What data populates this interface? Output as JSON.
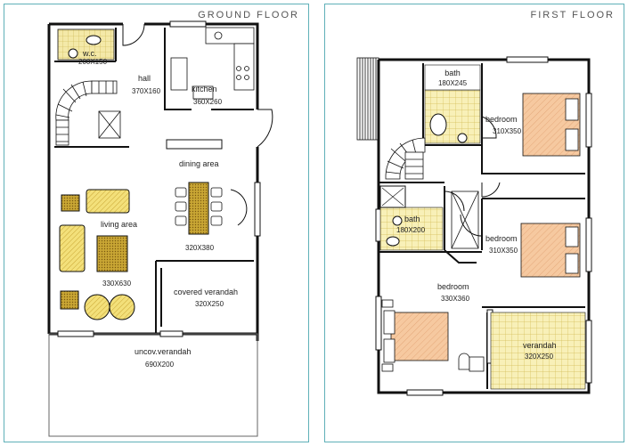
{
  "ground_floor": {
    "title": "GROUND FLOOR",
    "rooms": {
      "wc": {
        "name": "w.c.",
        "dim": "200X150"
      },
      "hall": {
        "name": "hall",
        "dim": "370X160"
      },
      "kitchen": {
        "name": "kitchen",
        "dim": "360X260"
      },
      "dining": {
        "name": "dining area",
        "dim": "320X380"
      },
      "living": {
        "name": "living area",
        "dim": "330X630"
      },
      "covered_verandah": {
        "name": "covered verandah",
        "dim": "320X250"
      },
      "uncov_verandah": {
        "name": "uncov.verandah",
        "dim": "690X200"
      }
    }
  },
  "first_floor": {
    "title": "FIRST FLOOR",
    "rooms": {
      "bath_top": {
        "name": "bath",
        "dim": "180X245"
      },
      "bedroom_top": {
        "name": "bedroom",
        "dim": "310X350"
      },
      "bath_mid": {
        "name": "bath",
        "dim": "180X200"
      },
      "bedroom_mid": {
        "name": "bedroom",
        "dim": "310X350"
      },
      "bedroom_master": {
        "name": "bedroom",
        "dim": "330X360"
      },
      "verandah": {
        "name": "verandah",
        "dim": "320X250"
      }
    }
  },
  "colors": {
    "frame": "#5fb0b8",
    "wall": "#111111",
    "tile": "#f4e9a8",
    "furniture": "#c9a634",
    "bed": "#f6c9a0"
  }
}
